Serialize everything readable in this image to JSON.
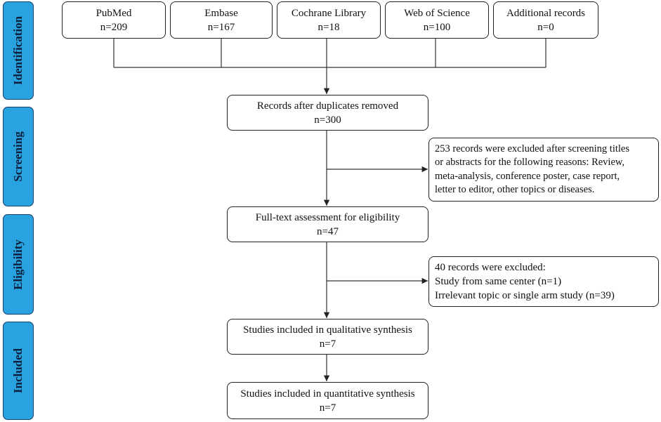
{
  "stages": [
    "Identification",
    "Screening",
    "Eligibility",
    "Included"
  ],
  "sources": [
    {
      "name": "PubMed",
      "count": "n=209"
    },
    {
      "name": "Embase",
      "count": "n=167"
    },
    {
      "name": "Cochrane Library",
      "count": "n=18"
    },
    {
      "name": "Web of Science",
      "count": "n=100"
    },
    {
      "name": "Additional records",
      "count": "n=0"
    }
  ],
  "steps": {
    "dedup": {
      "label": "Records after duplicates removed",
      "count": "n=300"
    },
    "fulltext": {
      "label": "Full-text assessment for eligibility",
      "count": "n=47"
    },
    "qualitative": {
      "label": "Studies included in qualitative synthesis",
      "count": "n=7"
    },
    "quantitative": {
      "label": "Studies included in quantitative synthesis",
      "count": "n=7"
    }
  },
  "exclusions": {
    "screening": {
      "lines": [
        "253 records were excluded after screening titles",
        "or abstracts for the following reasons: Review,",
        "meta-analysis, conference poster, case report,",
        "letter to editor, other topics or diseases."
      ]
    },
    "eligibility": {
      "lines": [
        "40 records were excluded:",
        "Study from same center (n=1)",
        "Irrelevant topic or single arm study (n=39)"
      ]
    }
  }
}
